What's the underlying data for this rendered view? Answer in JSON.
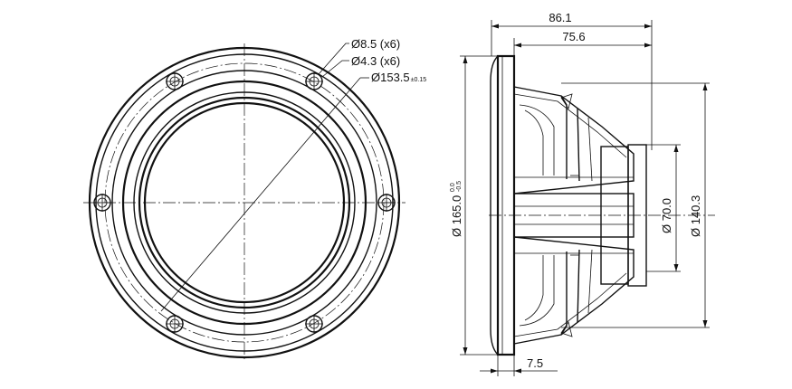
{
  "front_view": {
    "callouts": {
      "mount_hole": "Ø8.5 (x6)",
      "small_hole": "Ø4.3 (x6)",
      "bolt_circle_main": "Ø153.5",
      "bolt_circle_tol": "±0.15"
    }
  },
  "side_view": {
    "dims": {
      "overall_depth": "86.1",
      "body_depth": "75.6",
      "flange_thickness": "7.5",
      "magnet_diameter": "Ø 70.0",
      "basket_diameter": "Ø 140.3",
      "outer_diameter_main": "Ø 165.0",
      "outer_diameter_tol_upper": "0.0",
      "outer_diameter_tol_lower": "-0.5"
    }
  },
  "colors": {
    "line": "#111111",
    "background": "#ffffff"
  }
}
